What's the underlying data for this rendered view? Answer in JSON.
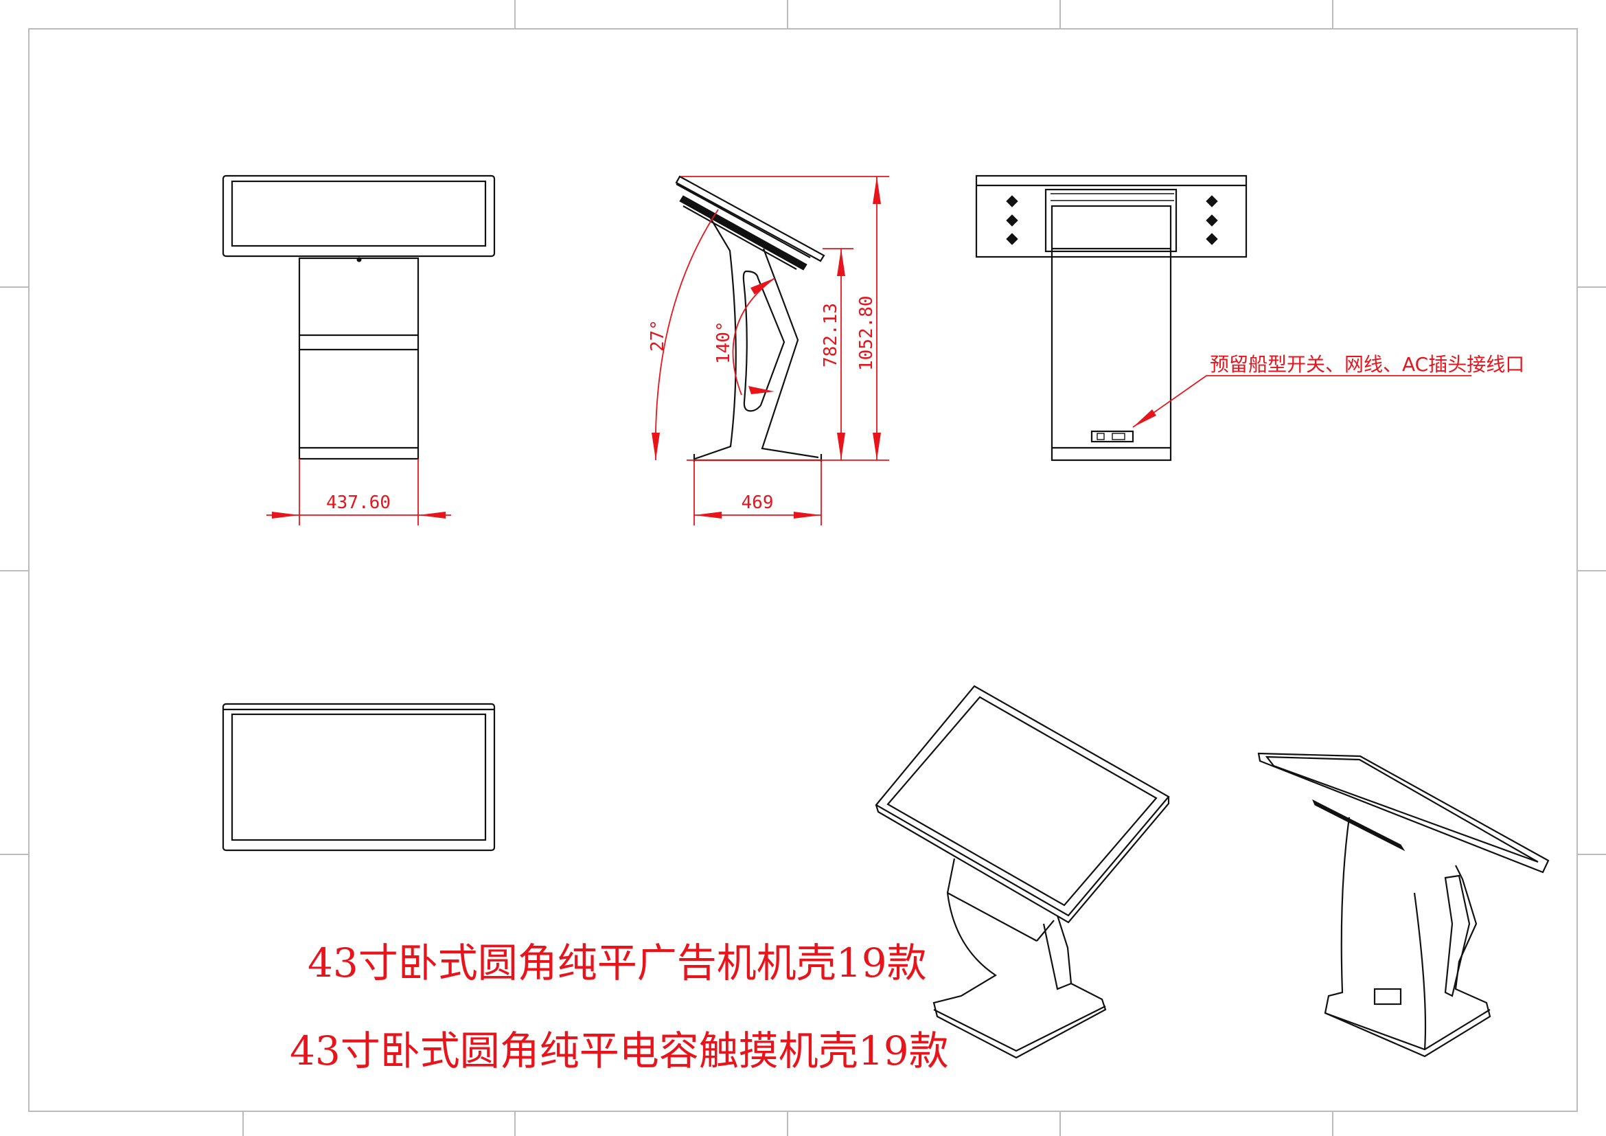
{
  "dimensions": {
    "front_width": "437.60",
    "side_base_width": "469",
    "screen_height": "782.13",
    "total_height": "1052.80",
    "tilt_angle": "27°",
    "stand_angle": "140°"
  },
  "annotation": "预留船型开关、网线、AC插头接线口",
  "titles": [
    "43寸卧式圆角纯平广告机机壳19款",
    "43寸卧式圆角纯平电容触摸机壳19款"
  ],
  "colors": {
    "dimension": "#e8141c",
    "line": "#111111"
  }
}
